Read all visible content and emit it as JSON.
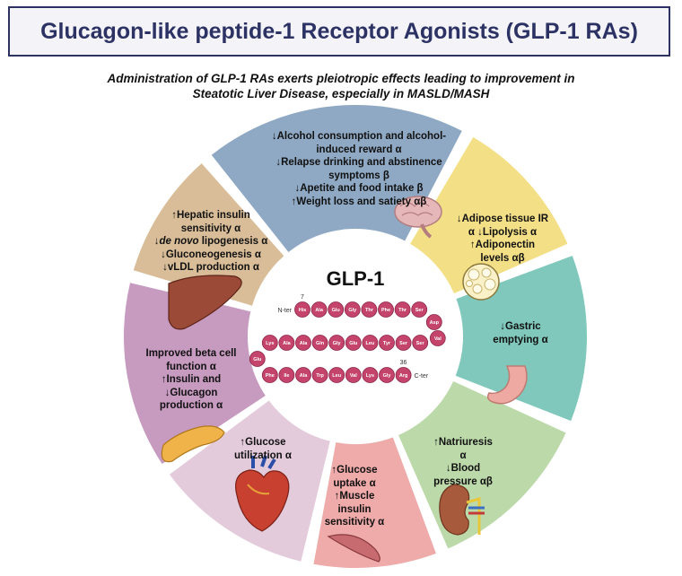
{
  "title": "Glucagon-like peptide-1 Receptor Agonists (GLP-1 RAs)",
  "subtitle": {
    "line1": "Administration of GLP-1 RAs exerts pleiotropic effects leading to improvement in",
    "line2": "Steatotic Liver Disease, especially in MASLD/MASH"
  },
  "center": {
    "label": "GLP-1",
    "n_ter": "N-ter",
    "c_ter": "C-ter",
    "pos_start": "7",
    "pos_end": "36",
    "row1": [
      "His",
      "Ala",
      "Glu",
      "Gly",
      "Thr",
      "Phe",
      "Thr",
      "Ser"
    ],
    "right_turn": [
      "Asp",
      "Val"
    ],
    "row2": [
      "Lys",
      "Ala",
      "Ala",
      "Gln",
      "Gly",
      "Glu",
      "Leu",
      "Tyr",
      "Ser",
      "Ser"
    ],
    "left_turn": "Glu",
    "row3": [
      "Phe",
      "Ile",
      "Ala",
      "Trp",
      "Leu",
      "Val",
      "Lys",
      "Gly",
      "Arg"
    ]
  },
  "segments": {
    "brain": {
      "lines": [
        "↓Alcohol consumption and alcohol-",
        "induced reward α",
        "↓Relapse drinking and abstinence",
        "symptoms β",
        "↓Apetite and food intake β",
        "↑Weight loss and satiety αβ"
      ],
      "color": "#8fa9c4"
    },
    "adipose": {
      "lines": [
        "↓Adipose tissue IR",
        "α ↓Lipolysis α",
        "↑Adiponectin",
        "levels αβ"
      ],
      "color": "#f3df86"
    },
    "stomach": {
      "lines": [
        "↓Gastric",
        "emptying α"
      ],
      "color": "#7fc8bb"
    },
    "kidney": {
      "lines": [
        "↑Natriuresis",
        "α",
        "↓Blood",
        "pressure αβ"
      ],
      "color": "#bcd9aa"
    },
    "muscle": {
      "lines": [
        "↑Glucose",
        "uptake α",
        "↑Muscle",
        "insulin",
        "sensitivity α"
      ],
      "color": "#efaaaa"
    },
    "heart": {
      "lines": [
        "↑Glucose",
        "utilization α"
      ],
      "color": "#e3cbdc"
    },
    "pancreas": {
      "lines": [
        "Improved beta cell",
        "function α",
        "↑Insulin and",
        "↓Glucagon",
        "production α"
      ],
      "color": "#c79ac0"
    },
    "liver": {
      "line1": "↑Hepatic insulin",
      "line2": "sensitivity α",
      "line3_pre": "↓",
      "line3_em": "de novo",
      "line3_post": " lipogenesis α",
      "line4": "↓Gluconeogenesis α",
      "line5": "↓vLDL production α",
      "color": "#d8bd98"
    }
  }
}
